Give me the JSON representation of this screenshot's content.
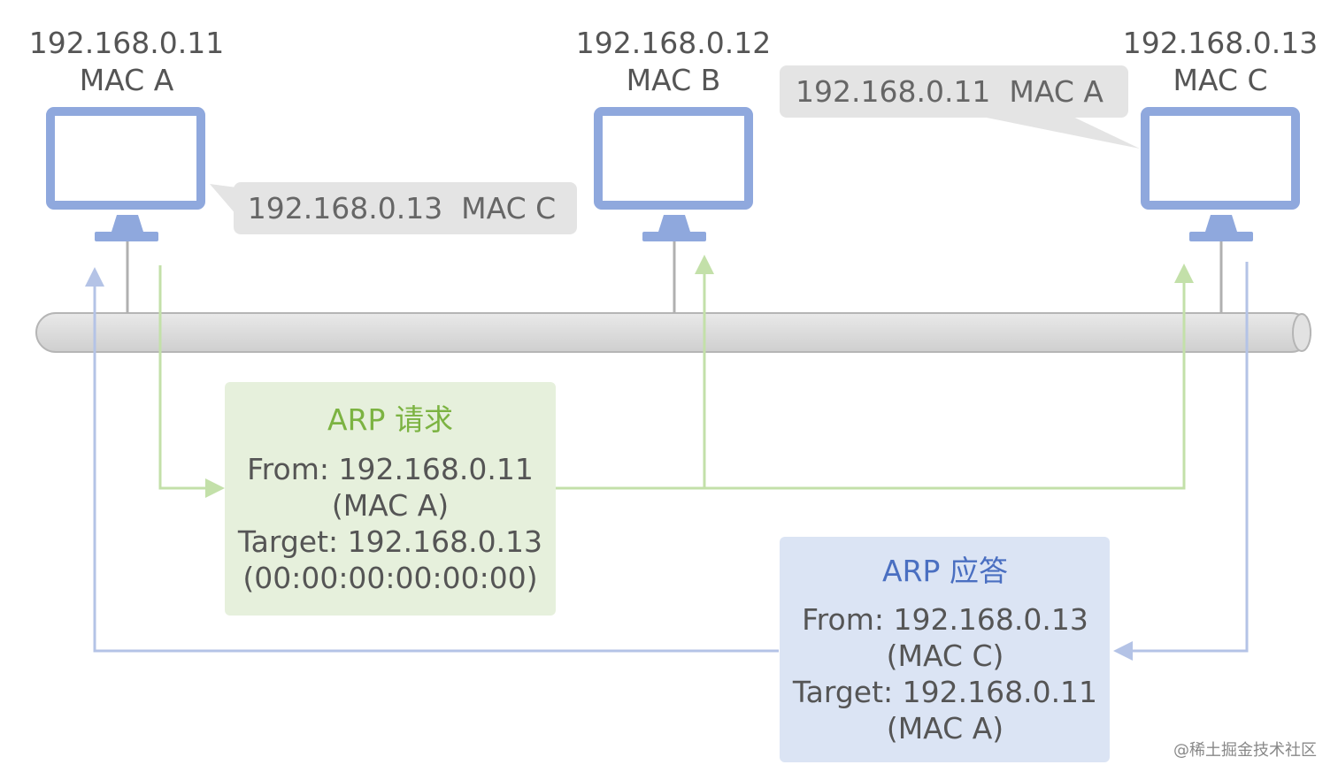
{
  "hosts": [
    {
      "ip": "192.168.0.11",
      "mac": "MAC A"
    },
    {
      "ip": "192.168.0.12",
      "mac": "MAC B"
    },
    {
      "ip": "192.168.0.13",
      "mac": "MAC C"
    }
  ],
  "bubbles": {
    "left": "192.168.0.13  MAC C",
    "right": "192.168.0.11  MAC A"
  },
  "request": {
    "title": "ARP 请求",
    "lines": [
      "From: 192.168.0.11",
      "(MAC A)",
      "Target: 192.168.0.13",
      "(00:00:00:00:00:00)"
    ]
  },
  "reply": {
    "title": "ARP 应答",
    "lines": [
      "From: 192.168.0.13",
      "(MAC C)",
      "Target: 192.168.0.11",
      "(MAC A)"
    ]
  },
  "watermark": "@稀土掘金技术社区",
  "colors": {
    "monitor": "#8fa8dd",
    "bus": "#dedede",
    "request_box": "#e6f0dc",
    "request_line": "#c3e0a9",
    "reply_box": "#dbe4f4",
    "reply_line": "#b4c3e6",
    "bubble": "#e4e4e4"
  }
}
